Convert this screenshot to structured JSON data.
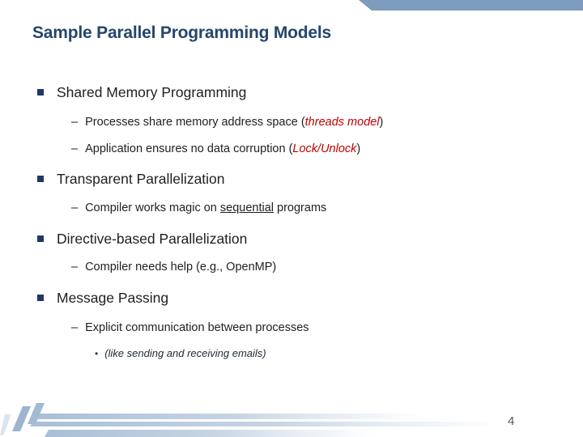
{
  "slide": {
    "title": "Sample Parallel Programming Models",
    "page_number": "4"
  },
  "markers": {
    "dash": "–",
    "dot": "•"
  },
  "outline": {
    "shared_memory": {
      "heading": "Shared Memory Programming",
      "sub1_pre": "Processes share memory address space (",
      "sub1_em": "threads model",
      "sub1_post": ")",
      "sub2_pre": "Application ensures no data corruption (",
      "sub2_em": "Lock/Unlock",
      "sub2_post": ")"
    },
    "transparent": {
      "heading": "Transparent Parallelization",
      "sub1_pre": "Compiler works magic on ",
      "sub1_underline": "sequential",
      "sub1_post": " programs"
    },
    "directive": {
      "heading": "Directive-based Parallelization",
      "sub1": "Compiler needs help (e.g., OpenMP)"
    },
    "message_passing": {
      "heading": "Message Passing",
      "sub1": "Explicit communication between processes",
      "sub2": "(like sending and receiving emails)"
    }
  },
  "colors": {
    "title": "#24466B",
    "bullet_square": "#1F3864",
    "accent_bar": "#7E9CBD",
    "emphasis_red": "#C00000",
    "footer_bar": "#A9BFD5"
  }
}
